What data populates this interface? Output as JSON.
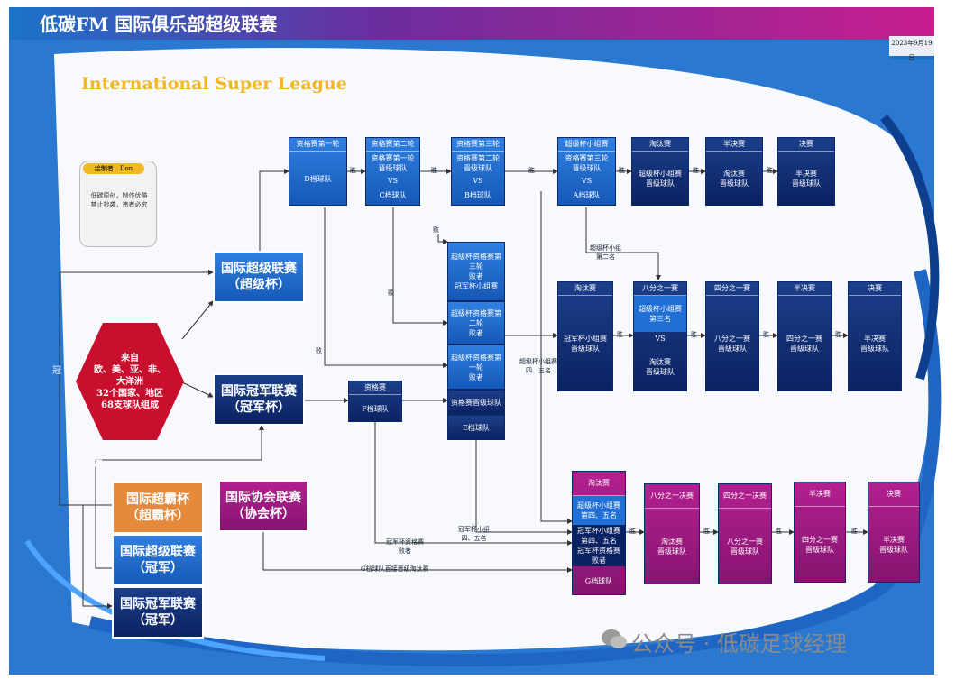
{
  "header": {
    "title": "低碳FM 国际俱乐部超级联赛",
    "date": "2023年9月19日"
  },
  "subtitle": "International Super League",
  "author": {
    "tag": "绘制者：Don",
    "note": "低碳原创，制作优酷\n禁止抄袭，违者必究"
  },
  "origin": "来自\n欧、美、亚、非、\n大洋洲\n32个国家、地区\n68支球队组成",
  "competitions": {
    "super_league": "国际超级联赛\n（超级杯）",
    "champions_league": "国际冠军联赛\n（冠军杯）",
    "association_league": "国际协会联赛\n（协会杯）",
    "supercup": "国际超霸杯\n（超霸杯）",
    "super_champ": "国际超级联赛\n（冠军）",
    "champ_champ": "国际冠军联赛\n（冠军）"
  },
  "super_path": {
    "q1": {
      "header": "资格赛第一轮",
      "body": "D档球队"
    },
    "q2": {
      "header": "资格赛第二轮",
      "top": "资格赛第一轮\n晋级球队",
      "vs": "VS",
      "bottom": "C档球队"
    },
    "q3": {
      "header": "资格赛第三轮",
      "top": "资格赛第二轮\n晋级球队",
      "vs": "VS",
      "bottom": "B档球队"
    },
    "group": {
      "header": "超级杯小组赛",
      "top": "资格赛第三轮\n晋级球队",
      "vs": "VS",
      "bottom": "A档球队"
    },
    "ko": {
      "header": "淘汰赛",
      "body": "超级杯小组赛\n晋级球队"
    },
    "semi": {
      "header": "半决赛",
      "body": "淘汰赛\n晋级球队"
    },
    "final": {
      "header": "决赛",
      "body": "半决赛\n晋级球队"
    }
  },
  "losers_column": {
    "a": "超级杯资格赛第\n三轮\n败者\n冠军杯小组赛",
    "b": "超级杯资格赛第\n二轮\n败者",
    "c": "超级杯资格赛第\n一轮\n败者",
    "d": "资格赛晋级球队",
    "e": "E档球队"
  },
  "champ_qual": {
    "header": "资格赛",
    "body": "F档球队"
  },
  "champ_path": {
    "ko": {
      "header": "淘汰赛",
      "body": "冠军杯小组赛\n晋级球队"
    },
    "r16": {
      "header": "八分之一赛",
      "top": "超级杯小组赛\n第三名",
      "vs": "VS",
      "bottom": "淘汰赛\n晋级球队"
    },
    "qf": {
      "header": "四分之一赛",
      "body": "八分之一赛\n晋级球队"
    },
    "semi": {
      "header": "半决赛",
      "body": "四分之一赛\n晋级球队"
    },
    "final": {
      "header": "决赛",
      "body": "半决赛\n晋级球队"
    }
  },
  "assoc_path": {
    "ko": {
      "header": "淘汰赛",
      "a": "超级杯小组赛\n第四、五名",
      "b": "冠军杯小组赛\n第四、五名\n冠军杯资格赛\n败者",
      "c": "G档球队"
    },
    "r16": {
      "header": "八分之一决赛",
      "body": "淘汰赛\n晋级球队"
    },
    "qf": {
      "header": "四分之一决赛",
      "body": "八分之一赛\n晋级球队"
    },
    "semi": {
      "header": "半决赛",
      "body": "四分之一赛\n晋级球队"
    },
    "final": {
      "header": "决赛",
      "body": "半决赛\n晋级球队"
    }
  },
  "labels": {
    "win": "胜",
    "lose": "败",
    "crown": "冠",
    "super_group_2nd": "超级杯小组\n第二名",
    "super_group_45": "超级杯小组赛\n四、五名",
    "champ_group_45": "冠军杯小组\n四、五名",
    "champ_qual_loser": "冠军杯资格赛\n败者",
    "g_direct": "G档球队直接晋级淘汰赛"
  },
  "watermark": "公众号 · 低碳足球经理",
  "colors": {
    "blue": "#1f6fd6",
    "navy": "#0b2262",
    "magenta": "#a21a84",
    "red": "#c8102e",
    "orange": "#e58a3c",
    "gold": "#f2b824"
  }
}
